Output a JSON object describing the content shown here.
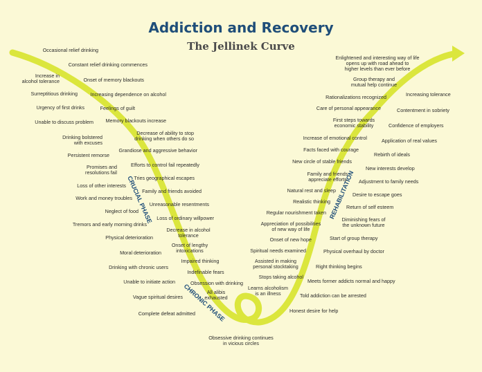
{
  "title": "Addiction and Recovery",
  "subtitle": "The Jellinek Curve",
  "phases": {
    "crucial": "CRUCIAL PHASE",
    "chronic": "CHRONIC PHASE",
    "rehab": "REHABILITATION"
  },
  "colors": {
    "curve": "#dbe63d",
    "title": "#1f4e79",
    "background": "#fbf9d6",
    "phase_text": "#1f4e79"
  },
  "descent": [
    "Occasional relief drinking",
    "Constant relief drinking commences",
    "Increase in\nalcohol tolerance",
    "Onset of memory blackouts",
    "Surreptitious drinking",
    "Increasing dependence on alcohol",
    "Urgency of first drinks",
    "Feelings of guilt",
    "Unable to discuss problem",
    "Memory blackouts increase",
    "Drinking bolstered\nwith excuses",
    "Decrease of ability to stop\ndrinking when others do so",
    "Persistent remorse",
    "Grandiose and aggressive behavior",
    "Promises and\nresolutions fail",
    "Efforts to control fail repeatedly",
    "Tries geographical escapes",
    "Loss of other interests",
    "Family and friends avoided",
    "Work and money troubles",
    "Unreasonable resentments",
    "Neglect of food",
    "Loss of ordinary willpower",
    "Tremors and early morning drinks",
    "Decrease in alcohol\ntolerance",
    "Physical deterioration",
    "Onset of lengthy\nintoxications",
    "Moral deterioration",
    "Impaired thinking",
    "Drinking with chronic users",
    "Indefinable fears",
    "Unable to initiate action",
    "Obsession with drinking",
    "Vague spiritual desires",
    "All alibis\nexhausted",
    "Complete defeat admitted",
    "Obsessive drinking continues\nin vicious circles"
  ],
  "ascent": [
    "Enlightened and interesting way of life\nopens up with road ahead to\nhigher levels than ever before",
    "Group therapy and\nmutual help continue",
    "Increasing tolerance",
    "Rationalizations recognized",
    "Care of personal appearance",
    "Contentment in sobriety",
    "First steps towards\neconomic stability",
    "Confidence of employers",
    "Increase of emotional control",
    "Application of real values",
    "Facts faced with courage",
    "Rebirth of ideals",
    "New circle of stable friends",
    "New interests develop",
    "Family and friends\nappreciate efforts",
    "Adjustment to family needs",
    "Natural rest and sleep",
    "Desire to escape goes",
    "Realistic thinking",
    "Return of self esteem",
    "Regular nourishment taken",
    "Diminishing fears of\nthe unknown future",
    "Appreciation of possibilities\nof new way of life",
    "Start of group therapy",
    "Onset of new hope",
    "Physical overhaul by doctor",
    "Spiritual needs examined",
    "Assisted in making\npersonal stocktaking",
    "Right thinking begins",
    "Stops taking alcohol",
    "Meets former addicts normal and happy",
    "Learns alcoholism\nis an illness",
    "Told addiction can be arrested",
    "Honest desire for help"
  ]
}
